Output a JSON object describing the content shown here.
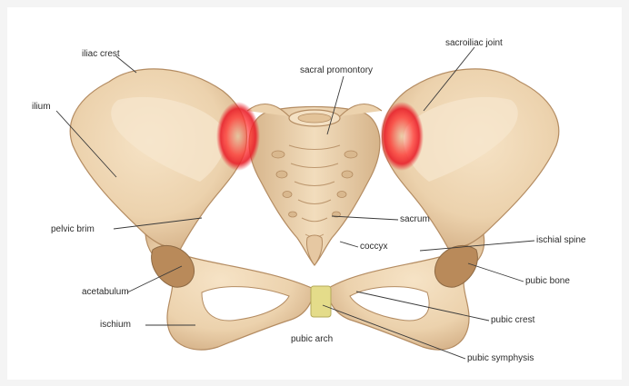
{
  "labels": {
    "iliac_crest": "iliac crest",
    "ilium": "ilium",
    "sacral_promontory": "sacral promontory",
    "sacroiliac_joint": "sacroiliac joint",
    "pelvic_brim": "pelvic brim",
    "sacrum": "sacrum",
    "coccyx": "coccyx",
    "ischial_spine": "ischial spine",
    "acetabulum": "acetabulum",
    "pubic_bone": "pubic bone",
    "pubic_crest": "pubic crest",
    "ischium": "ischium",
    "pubic_arch": "pubic arch",
    "pubic_symphysis": "pubic symphysis"
  },
  "colors": {
    "bone": "#ecd2ad",
    "bone_shadow": "#c9a47a",
    "bone_outline": "#a8825a",
    "inflammation": "#e8202a",
    "symphysis": "#e4dc8a",
    "leader_line": "#3a3a3a"
  }
}
